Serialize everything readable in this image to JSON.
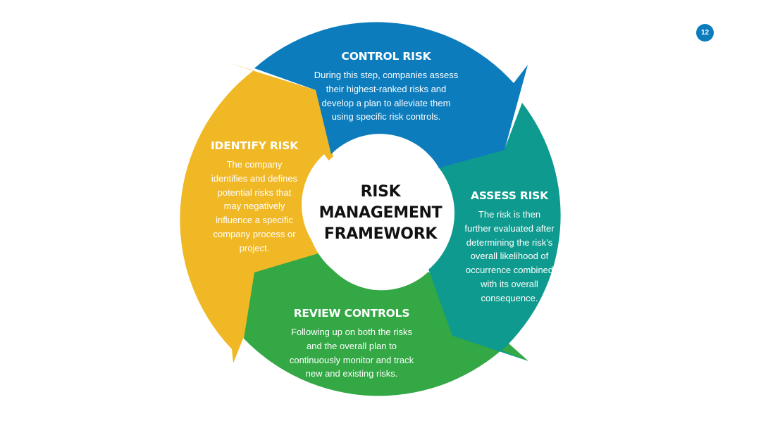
{
  "page_number": "12",
  "center": {
    "lines": [
      "RISK",
      "MANAGEMENT",
      "FRAMEWORK"
    ]
  },
  "segments": {
    "control": {
      "title": "CONTROL RISK",
      "body": [
        "During this step, companies assess",
        "their highest-ranked risks and",
        "develop a plan to alleviate them",
        "using specific risk controls."
      ],
      "color": "#0C7CBD"
    },
    "assess": {
      "title": "ASSESS RISK",
      "body": [
        "The risk is then",
        "further evaluated after",
        "determining the risk's",
        "overall likelihood of",
        "occurrence combined",
        "with its overall",
        "consequence."
      ],
      "color": "#0E9A8E"
    },
    "review": {
      "title": "REVIEW CONTROLS",
      "body": [
        "Following up on both the risks",
        "and the overall plan to",
        "continuously monitor and track",
        "new and existing risks."
      ],
      "color": "#33A845"
    },
    "identify": {
      "title": "IDENTIFY RISK",
      "body": [
        "The company",
        "identifies and defines",
        "potential risks that",
        "may negatively",
        "influence a specific",
        "company process or",
        "project."
      ],
      "color": "#F1B826"
    }
  }
}
